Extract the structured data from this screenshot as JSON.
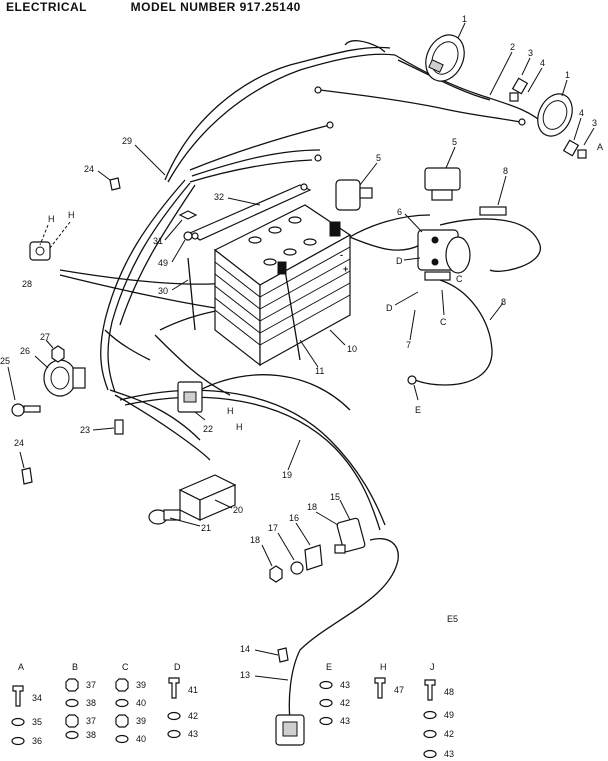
{
  "header": {
    "section": "ELECTRICAL",
    "model": "MODEL NUMBER 917.25140"
  },
  "page_code": "E5",
  "callouts": [
    {
      "id": "c1a",
      "text": "1"
    },
    {
      "id": "c1b",
      "text": "1"
    },
    {
      "id": "c2",
      "text": "2"
    },
    {
      "id": "c3a",
      "text": "3"
    },
    {
      "id": "c3b",
      "text": "3"
    },
    {
      "id": "c4a",
      "text": "4"
    },
    {
      "id": "c4b",
      "text": "4"
    },
    {
      "id": "cA",
      "text": "A"
    },
    {
      "id": "c5a",
      "text": "5"
    },
    {
      "id": "c5b",
      "text": "5"
    },
    {
      "id": "c6",
      "text": "6"
    },
    {
      "id": "c7",
      "text": "7"
    },
    {
      "id": "c8a",
      "text": "8"
    },
    {
      "id": "c8b",
      "text": "8"
    },
    {
      "id": "cE",
      "text": "E"
    },
    {
      "id": "cD1",
      "text": "D"
    },
    {
      "id": "cD2",
      "text": "D"
    },
    {
      "id": "cC1",
      "text": "C"
    },
    {
      "id": "cC2",
      "text": "C"
    },
    {
      "id": "c10",
      "text": "10"
    },
    {
      "id": "c11",
      "text": "11"
    },
    {
      "id": "c24a",
      "text": "24"
    },
    {
      "id": "c24b",
      "text": "24"
    },
    {
      "id": "c29",
      "text": "29"
    },
    {
      "id": "c32",
      "text": "32"
    },
    {
      "id": "c31",
      "text": "31"
    },
    {
      "id": "c49",
      "text": "49"
    },
    {
      "id": "c30",
      "text": "30"
    },
    {
      "id": "cH1",
      "text": "H"
    },
    {
      "id": "cH2",
      "text": "H"
    },
    {
      "id": "c28a",
      "text": "28"
    },
    {
      "id": "c27",
      "text": "27"
    },
    {
      "id": "c26",
      "text": "26"
    },
    {
      "id": "c25",
      "text": "25"
    },
    {
      "id": "c23",
      "text": "23"
    },
    {
      "id": "c22",
      "text": "22"
    },
    {
      "id": "cH3",
      "text": "H"
    },
    {
      "id": "cH4",
      "text": "H"
    },
    {
      "id": "c19",
      "text": "19"
    },
    {
      "id": "c20",
      "text": "20"
    },
    {
      "id": "c21",
      "text": "21"
    },
    {
      "id": "c18",
      "text": "18"
    },
    {
      "id": "c17",
      "text": "17"
    },
    {
      "id": "c16",
      "text": "16"
    },
    {
      "id": "c18b",
      "text": "18"
    },
    {
      "id": "c15",
      "text": "15"
    },
    {
      "id": "c14",
      "text": "14"
    },
    {
      "id": "c13",
      "text": "13"
    }
  ],
  "hardware_groups": [
    {
      "letter": "A",
      "parts": [
        "34",
        "35",
        "36"
      ]
    },
    {
      "letter": "B",
      "parts": [
        "37",
        "38",
        "37",
        "38"
      ]
    },
    {
      "letter": "C",
      "parts": [
        "39",
        "40",
        "39",
        "40"
      ]
    },
    {
      "letter": "D",
      "parts": [
        "41",
        "42",
        "43"
      ]
    },
    {
      "letter": "E",
      "parts": [
        "43",
        "42",
        "43"
      ]
    },
    {
      "letter": "H",
      "parts": [
        "47"
      ]
    },
    {
      "letter": "J",
      "parts": [
        "48",
        "49",
        "42",
        "43"
      ]
    }
  ],
  "battery_labels": {
    "minus": "-",
    "plus": "+"
  }
}
